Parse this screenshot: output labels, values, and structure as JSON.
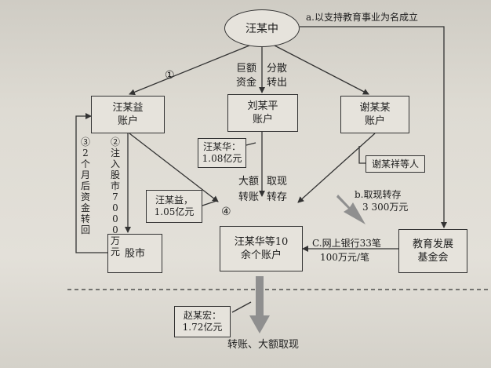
{
  "nodes": {
    "wang": "汪某中",
    "wang_yi_l1": "汪某益",
    "wang_yi_l2": "账户",
    "liu_l1": "刘某平",
    "liu_l2": "账户",
    "xie_l1": "谢某某",
    "xie_l2": "账户",
    "market": "股市",
    "target_l1": "汪某华等10",
    "target_l2": "余个账户",
    "fund_l1": "教育发展",
    "fund_l2": "基金会"
  },
  "amounts": {
    "wang_hua_l1": "汪某华：",
    "wang_hua_l2": "1.08亿元",
    "wang_yi_l1": "汪某益，",
    "wang_yi_l2": "1.05亿元",
    "zhao_l1": "赵某宏：",
    "zhao_l2": "1.72亿元",
    "xie_xiang": "谢某祥等人"
  },
  "labels": {
    "a": "a.以支持教育事业为名成立",
    "step1": "①",
    "step4": "④",
    "juee": "巨额",
    "zijin": "资金",
    "fensan": "分散",
    "zhuanchu": "转出",
    "dae": "大额",
    "zhuanzhang": "转账",
    "quxian": "取现",
    "zhuancun": "转存",
    "b_l1": "b.取现转存",
    "b_l2": "3 300万元",
    "c_l1": "C.网上银行33笔",
    "c_l2": "100万元/笔",
    "step2": "②注入股市7000万元",
    "step3": "③2个月后资金转回",
    "bottom": "转账、大额取现"
  }
}
